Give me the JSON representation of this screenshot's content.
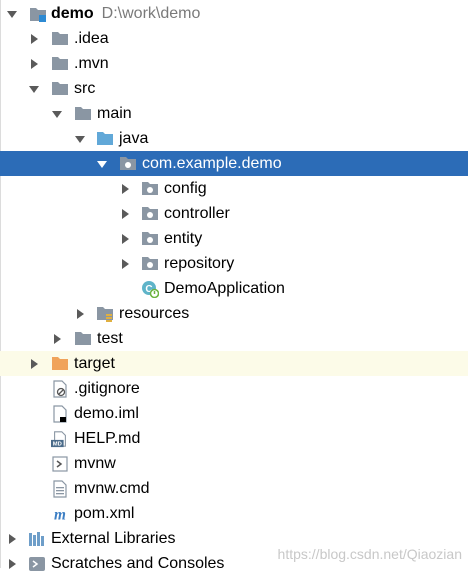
{
  "tree": {
    "root": {
      "label": "demo",
      "path": "D:\\work\\demo",
      "icon": "module-folder-icon"
    },
    "rows": [
      {
        "label": ".idea",
        "icon": "folder-icon",
        "arrow": "collapsed"
      },
      {
        "label": ".mvn",
        "icon": "folder-icon",
        "arrow": "collapsed"
      },
      {
        "label": "src",
        "icon": "folder-icon",
        "arrow": "expanded"
      },
      {
        "label": "main",
        "icon": "folder-icon",
        "arrow": "expanded"
      },
      {
        "label": "java",
        "icon": "source-folder-icon",
        "arrow": "expanded"
      },
      {
        "label": "com.example.demo",
        "icon": "package-icon",
        "arrow": "expanded",
        "selected": true
      },
      {
        "label": "config",
        "icon": "package-icon",
        "arrow": "collapsed"
      },
      {
        "label": "controller",
        "icon": "package-icon",
        "arrow": "collapsed"
      },
      {
        "label": "entity",
        "icon": "package-icon",
        "arrow": "collapsed"
      },
      {
        "label": "repository",
        "icon": "package-icon",
        "arrow": "collapsed"
      },
      {
        "label": "DemoApplication",
        "icon": "spring-boot-class-icon",
        "arrow": "none"
      },
      {
        "label": "resources",
        "icon": "resources-folder-icon",
        "arrow": "collapsed"
      },
      {
        "label": "test",
        "icon": "folder-icon",
        "arrow": "collapsed"
      },
      {
        "label": "target",
        "icon": "excluded-folder-icon",
        "arrow": "collapsed",
        "excluded": true
      },
      {
        "label": ".gitignore",
        "icon": "ignore-file-icon",
        "arrow": "none"
      },
      {
        "label": "demo.iml",
        "icon": "iml-file-icon",
        "arrow": "none"
      },
      {
        "label": "HELP.md",
        "icon": "markdown-file-icon",
        "arrow": "none"
      },
      {
        "label": "mvnw",
        "icon": "shell-file-icon",
        "arrow": "none"
      },
      {
        "label": "mvnw.cmd",
        "icon": "text-file-icon",
        "arrow": "none"
      },
      {
        "label": "pom.xml",
        "icon": "maven-file-icon",
        "arrow": "none"
      },
      {
        "label": "External Libraries",
        "icon": "libraries-icon",
        "arrow": "collapsed"
      },
      {
        "label": "Scratches and Consoles",
        "icon": "scratches-icon",
        "arrow": "collapsed"
      }
    ]
  },
  "watermark": "https://blog.csdn.net/Qiaozian",
  "colors": {
    "selection": "#2c6cb7",
    "folder": "#8a96a3",
    "source_folder": "#61a8d8",
    "excluded_folder": "#f0a35a",
    "excluded_row": "#fcfbe8"
  }
}
